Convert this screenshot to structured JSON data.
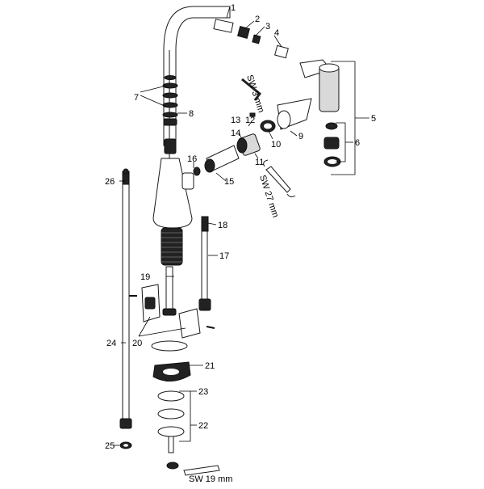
{
  "labels": {
    "p1": "1",
    "p2": "2",
    "p3": "3",
    "p4": "4",
    "p5": "5",
    "p6": "6",
    "p7": "7",
    "p8": "8",
    "p9": "9",
    "p10": "10",
    "p11": "11",
    "p12": "12",
    "p13": "13",
    "p14": "14",
    "p15": "15",
    "p16": "16",
    "p17": "17",
    "p18": "18",
    "p19": "19",
    "p20": "20",
    "p21": "21",
    "p22": "22",
    "p23": "23",
    "p24": "24",
    "p25": "25",
    "p26": "26"
  },
  "tool_labels": {
    "hex_key": "SW 3 mm",
    "wrench_27": "SW 27 mm",
    "wrench_19": "SW 19 mm"
  }
}
